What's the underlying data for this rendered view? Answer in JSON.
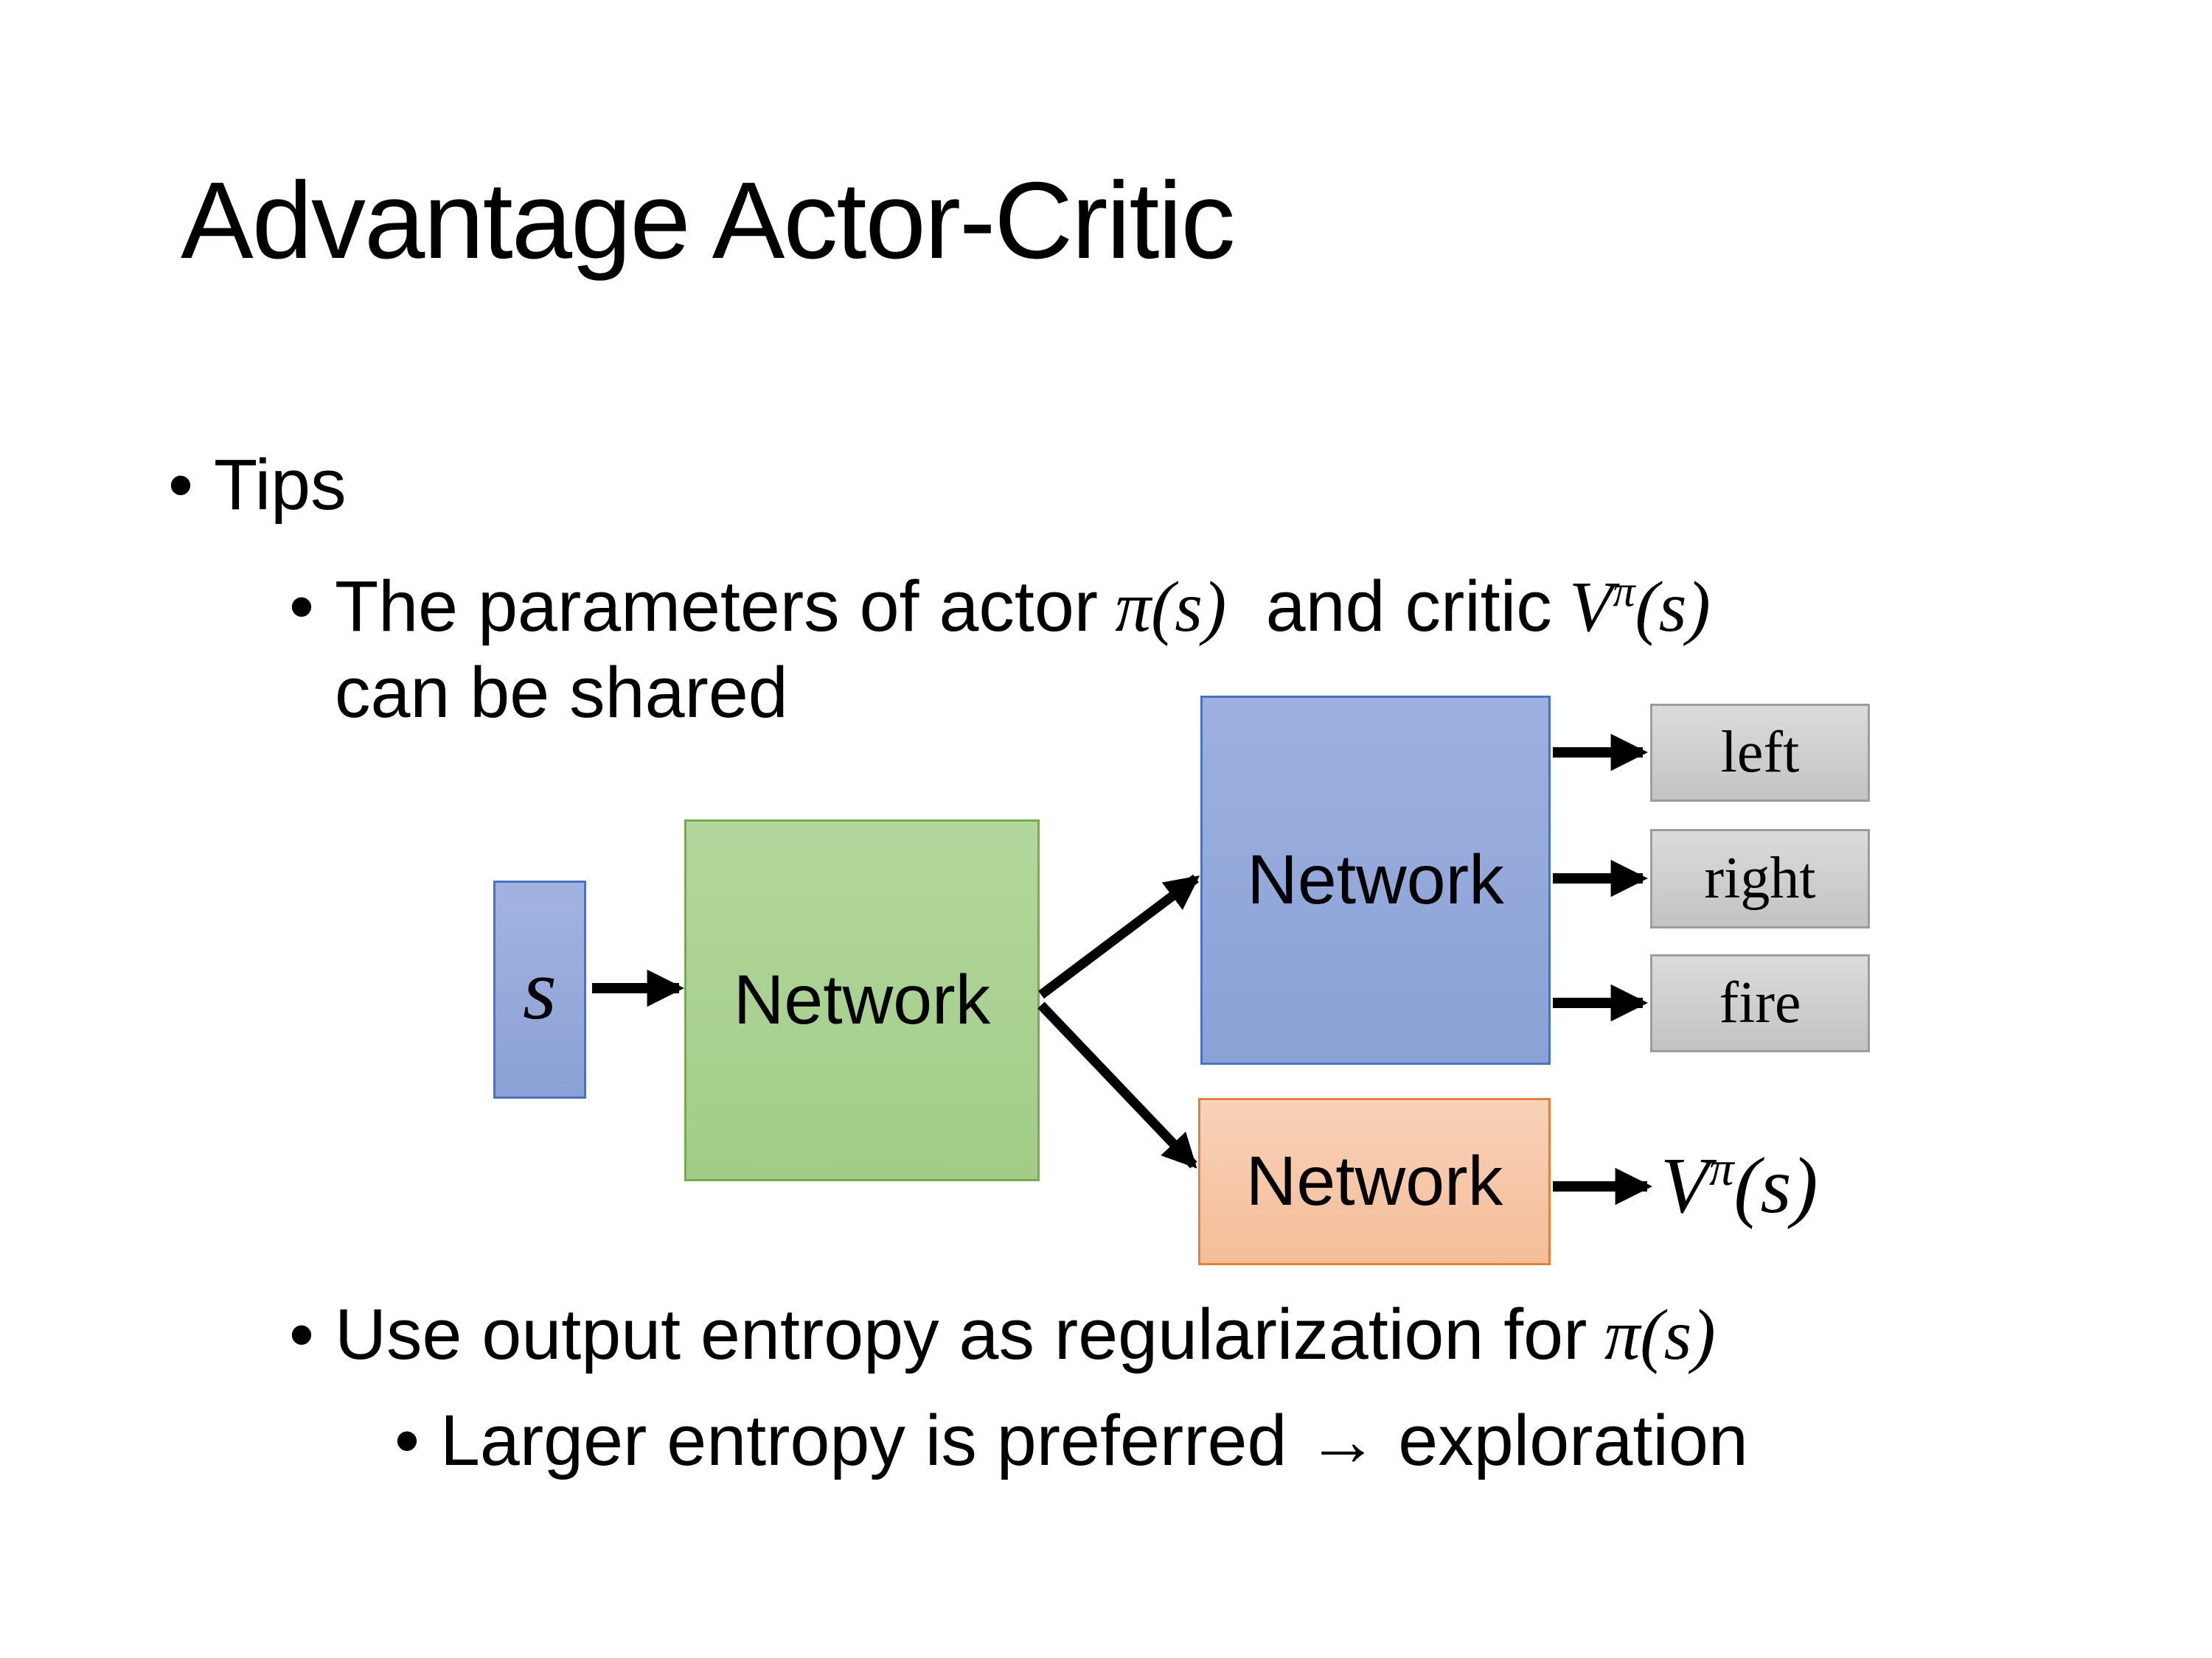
{
  "slide": {
    "title": "Advantage Actor-Critic",
    "bullet_char": "•",
    "bullets": {
      "tips": "Tips",
      "shared_params": {
        "part1": "The parameters of actor",
        "math1": "π(s)",
        "part2": "and critic",
        "math2": {
          "base": "V",
          "sup": "π",
          "args": "(s)"
        },
        "line2": "can be shared"
      },
      "entropy": {
        "part1": "Use output entropy as regularization for",
        "math1": "π(s)"
      },
      "larger": "Larger entropy is preferred → exploration"
    },
    "diagram": {
      "input_label": "s",
      "shared_network": "Network",
      "actor_network": "Network",
      "critic_network": "Network",
      "actions": [
        "left",
        "right",
        "fire"
      ],
      "critic_output": {
        "base": "V",
        "sup": "π",
        "args": "(s)"
      },
      "colors": {
        "input_box_fill": "#97aad9",
        "input_box_border": "#4a72c0",
        "shared_fill": "#aad191",
        "shared_border": "#76ab50",
        "actor_fill": "#94a9db",
        "actor_border": "#4a72c0",
        "critic_fill": "#f6c8a8",
        "critic_border": "#e0813d",
        "action_fill": "#cfcfcf",
        "action_border": "#9d9d9d",
        "arrow": "#000000"
      }
    }
  }
}
